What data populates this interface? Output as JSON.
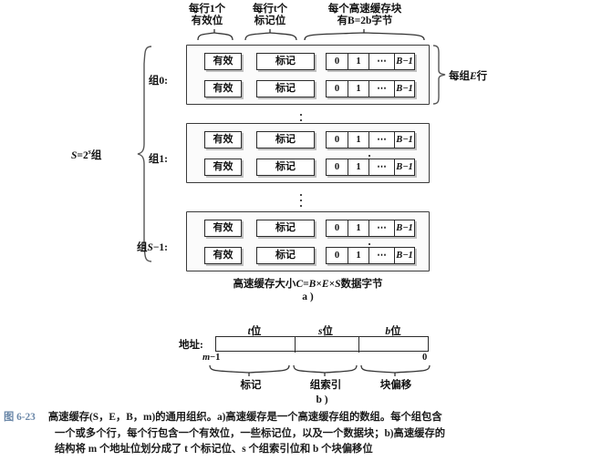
{
  "figure": {
    "number": "图 6-23",
    "caption_lines": [
      "高速缓存(S，E，B，m)的通用组织。a)高速缓存是一个高速缓存组的数组。每个组包含",
      "一个或多个行，每个行包含一个有效位，一些标记位，以及一个数据块；b)高速缓存的",
      "结构将 m 个地址位划分成了 t 个标记位、s 个组索引位和 b 个块偏移位"
    ]
  },
  "part_a": {
    "label": "a )",
    "column_labels": [
      {
        "line1": "每行1个",
        "line2": "有效位"
      },
      {
        "line1": "每行t个",
        "line2": "标记位"
      },
      {
        "line1": "每个高速缓存块",
        "line2": "有B=2b字节"
      }
    ],
    "left_label": "S=2s组",
    "right_label": "每组E行",
    "sets": [
      {
        "label": "组0:"
      },
      {
        "label": "组1:"
      },
      {
        "label": "组S−1:"
      }
    ],
    "row_cells": {
      "valid": "有效",
      "tag": "标记",
      "block": [
        "0",
        "1",
        "⋯",
        "B−1"
      ]
    },
    "size_caption": "高速缓存大小C=B×E×S数据字节",
    "ellipsis": "⋮"
  },
  "part_b": {
    "label": "b )",
    "address_label": "地址:",
    "field_widths": [
      "t位",
      "s位",
      "b位"
    ],
    "bit_high": "m−1",
    "bit_low": "0",
    "field_names": [
      "标记",
      "组索引",
      "块偏移"
    ]
  }
}
